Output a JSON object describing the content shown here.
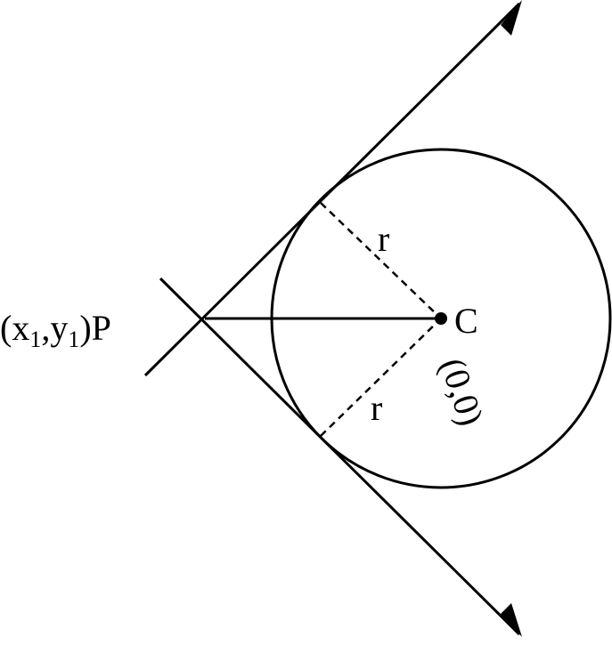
{
  "labels": {
    "point_p_open": "(x",
    "point_p_sub1": "1",
    "point_p_mid": ",y",
    "point_p_sub2": "1",
    "point_p_close": ")P",
    "center": "C",
    "center_coords": "(0,0)",
    "radius_upper": "r",
    "radius_lower": "r"
  },
  "colors": {
    "stroke": "#000000",
    "background": "#ffffff"
  }
}
